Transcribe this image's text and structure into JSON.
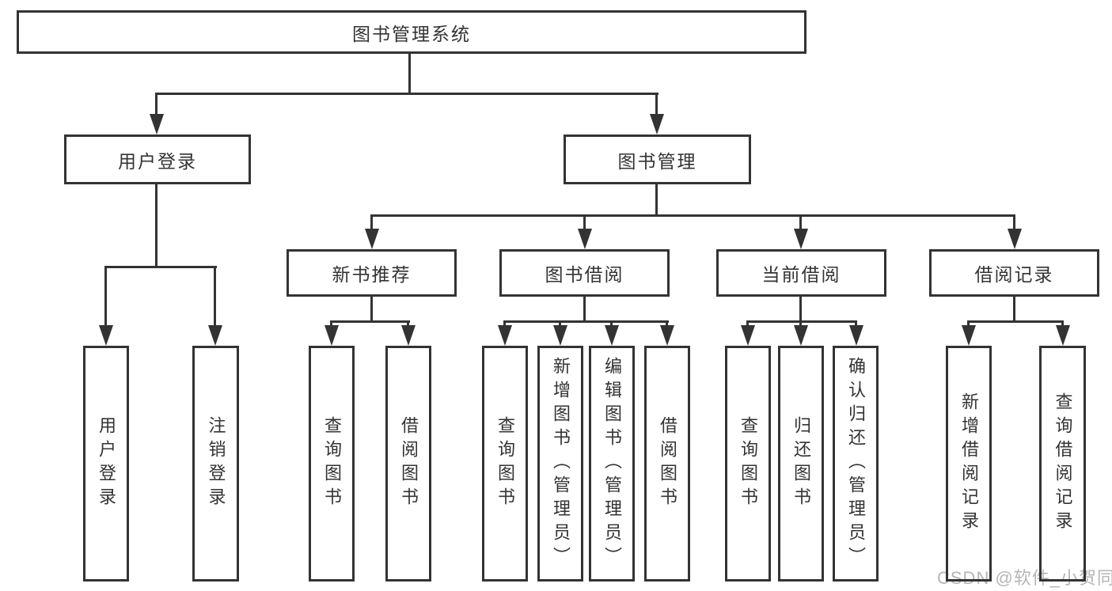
{
  "diagram": {
    "root": {
      "label": "图书管理系统"
    },
    "branches": [
      {
        "label": "用户登录",
        "children": [
          {
            "label": "用户登录"
          },
          {
            "label": "注销登录"
          }
        ]
      },
      {
        "label": "图书管理",
        "children": [
          {
            "label": "新书推荐",
            "children": [
              {
                "label": "查询图书"
              },
              {
                "label": "借阅图书"
              }
            ]
          },
          {
            "label": "图书借阅",
            "children": [
              {
                "label": "查询图书"
              },
              {
                "label": "新增图书（管理员）"
              },
              {
                "label": "编辑图书（管理员）"
              },
              {
                "label": "借阅图书"
              }
            ]
          },
          {
            "label": "当前借阅",
            "children": [
              {
                "label": "查询图书"
              },
              {
                "label": "归还图书"
              },
              {
                "label": "确认归还（管理员）"
              }
            ]
          },
          {
            "label": "借阅记录",
            "children": [
              {
                "label": "新增借阅记录"
              },
              {
                "label": "查询借阅记录"
              }
            ]
          }
        ]
      }
    ]
  },
  "watermark": {
    "text": "CSDN @软件_小贺同学"
  },
  "colors": {
    "line": "#333333",
    "text": "#333333",
    "watermark": "#b5b5b5",
    "background": "#ffffff"
  }
}
